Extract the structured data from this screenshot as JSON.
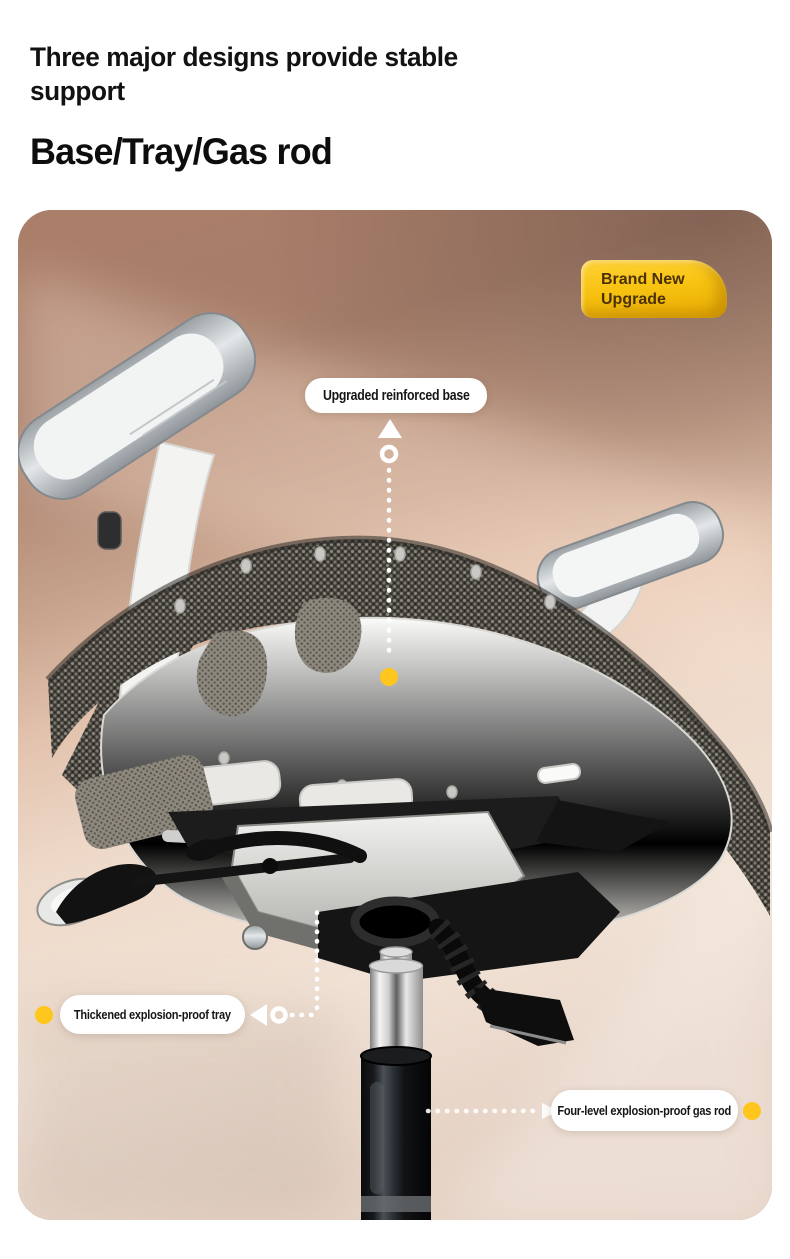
{
  "header": {
    "title": "Three major designs provide stable support",
    "subtitle": "Base/Tray/Gas rod"
  },
  "badge": {
    "line1": "Brand New",
    "line2": "Upgrade"
  },
  "callouts": {
    "base": {
      "label": "Upgraded reinforced base"
    },
    "tray": {
      "label": "Thickened explosion-proof tray"
    },
    "gas": {
      "label": "Four-level explosion-proof gas rod"
    }
  },
  "colors": {
    "accent_yellow": "#ffc61e",
    "badge_text": "#4a3104",
    "scene_top": "#a87c67",
    "scene_bottom": "#efdfd3",
    "pill_background": "#ffffff"
  }
}
